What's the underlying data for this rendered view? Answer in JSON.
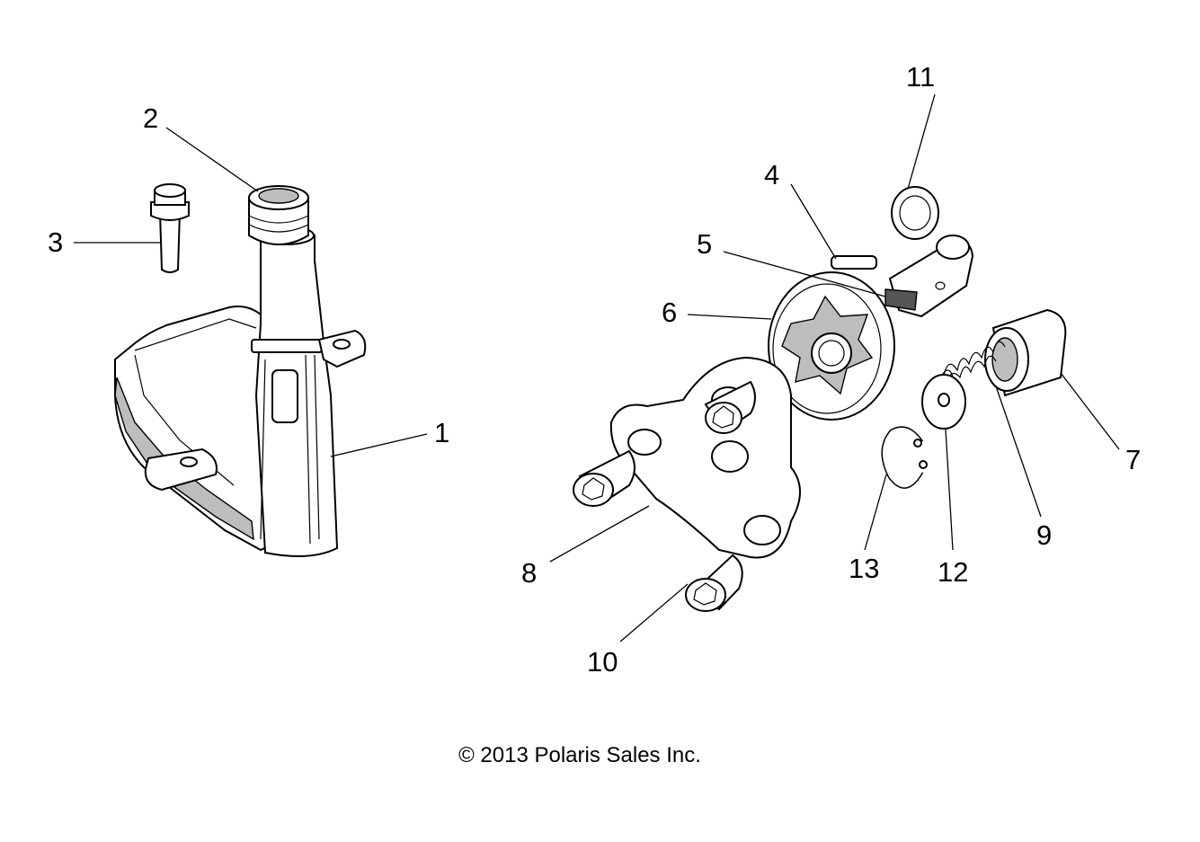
{
  "copyright": "© 2013 Polaris Sales Inc.",
  "callouts": {
    "c1": "1",
    "c2": "2",
    "c3": "3",
    "c4": "4",
    "c5": "5",
    "c6": "6",
    "c7": "7",
    "c8": "8",
    "c9": "9",
    "c10": "10",
    "c11": "11",
    "c12": "12",
    "c13": "13"
  }
}
